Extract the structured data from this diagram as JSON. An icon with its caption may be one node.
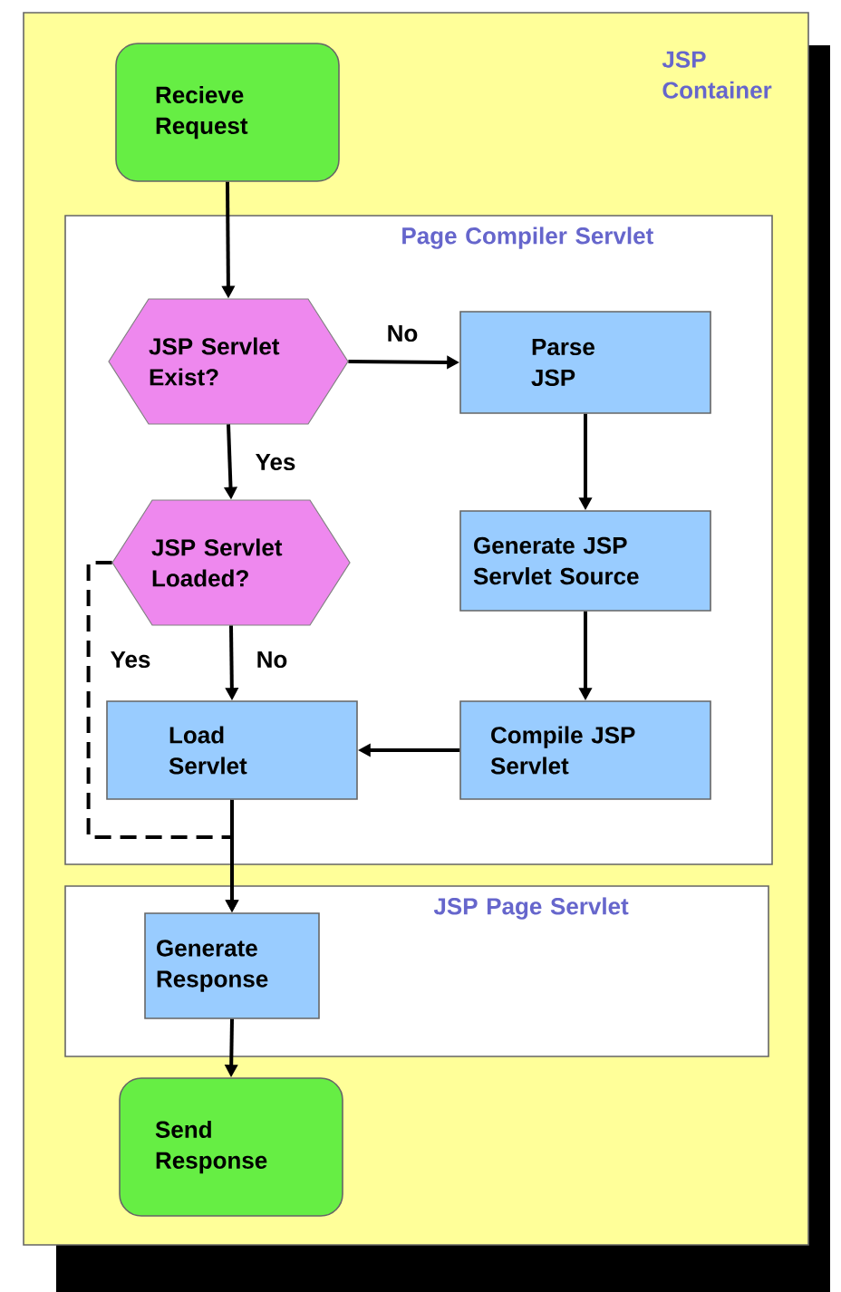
{
  "diagram": {
    "nodes": [
      {
        "text": [
          "JSP Container"
        ]
      },
      {
        "text": [
          "Recieve Request"
        ],
        "in": 0
      },
      {
        "text": [
          "Page Compiler Servlet"
        ],
        "in": 0
      },
      {
        "text": [
          "JSP Servlet Exist?"
        ],
        "in": 2
      },
      {
        "text": [
          "Parse JSP"
        ],
        "in": 2
      },
      {
        "text": [
          "JSP Servlet Loaded?"
        ],
        "in": 2
      },
      {
        "text": [
          "Generate JSP Servlet Source"
        ],
        "in": 2
      },
      {
        "text": [
          "Load Servlet"
        ],
        "in": 2
      },
      {
        "text": [
          "Compile JSP Servlet"
        ],
        "in": 2
      },
      {
        "text": [
          "JSP Page Servlet"
        ],
        "in": 0
      },
      {
        "text": [
          "Generate Response"
        ],
        "in": 9
      },
      {
        "text": [
          "Send Response"
        ],
        "in": 0
      }
    ],
    "edges": [
      {
        "from": 1,
        "to": 3,
        "arrow": "to"
      },
      {
        "from": 3,
        "to": 4,
        "arrow": "to",
        "label": "No"
      },
      {
        "from": 3,
        "to": 5,
        "arrow": "to",
        "label": "Yes"
      },
      {
        "from": 4,
        "to": 6,
        "arrow": "to"
      },
      {
        "from": 6,
        "to": 8,
        "arrow": "to"
      },
      {
        "from": 8,
        "to": 7,
        "arrow": "to"
      },
      {
        "from": 5,
        "to": 7,
        "arrow": "to",
        "label": "No"
      },
      {
        "from": 5,
        "to": 10,
        "arrow": "to",
        "label": "Yes",
        "style": "dashed"
      },
      {
        "from": 7,
        "to": 10,
        "arrow": "to"
      },
      {
        "from": 10,
        "to": 11,
        "arrow": "to"
      }
    ]
  }
}
